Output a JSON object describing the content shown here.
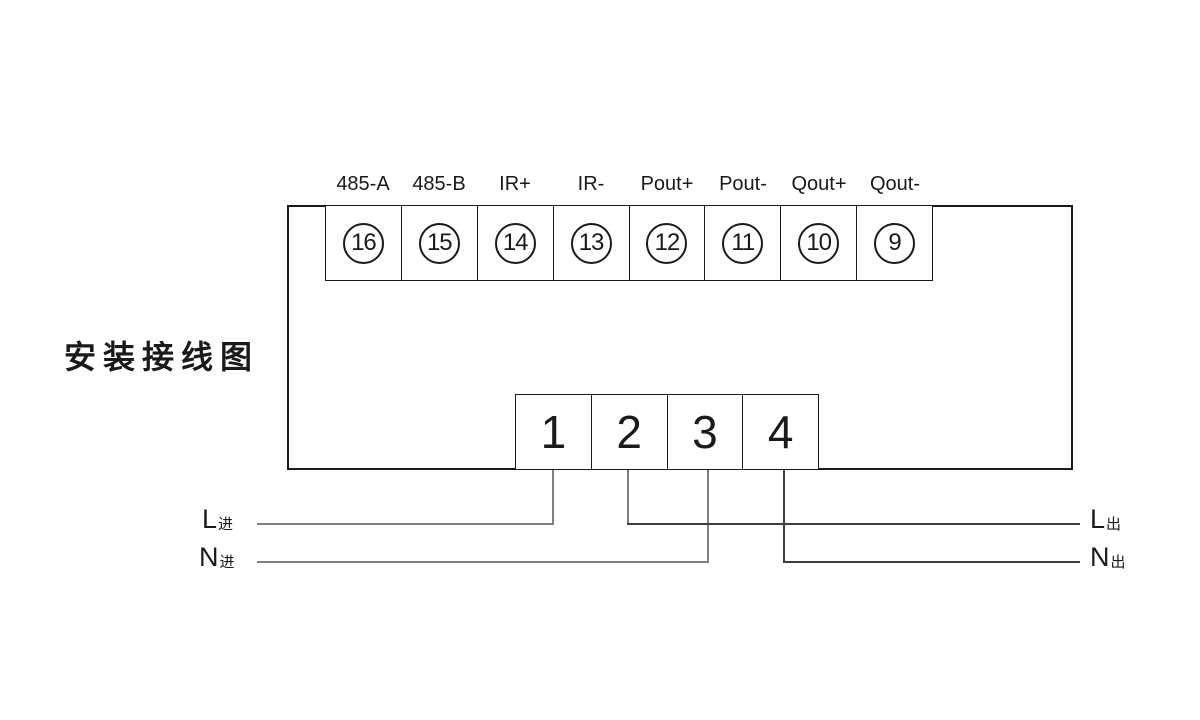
{
  "title": "安装接线图",
  "colors": {
    "line": "#1a1a1a",
    "wire_gray": "#7f7f7f",
    "wire_dark": "#3d3d3d"
  },
  "top_terminals": [
    {
      "label": "485-A",
      "number": "16"
    },
    {
      "label": "485-B",
      "number": "15"
    },
    {
      "label": "IR+",
      "number": "14"
    },
    {
      "label": "IR-",
      "number": "13"
    },
    {
      "label": "Pout+",
      "number": "12"
    },
    {
      "label": "Pout-",
      "number": "11"
    },
    {
      "label": "Qout+",
      "number": "10"
    },
    {
      "label": "Qout-",
      "number": "9"
    }
  ],
  "bottom_terminals": [
    "1",
    "2",
    "3",
    "4"
  ],
  "wire_labels": {
    "l_in": {
      "main": "L",
      "sub": "进"
    },
    "n_in": {
      "main": "N",
      "sub": "进"
    },
    "l_out": {
      "main": "L",
      "sub": "出"
    },
    "n_out": {
      "main": "N",
      "sub": "出"
    }
  }
}
